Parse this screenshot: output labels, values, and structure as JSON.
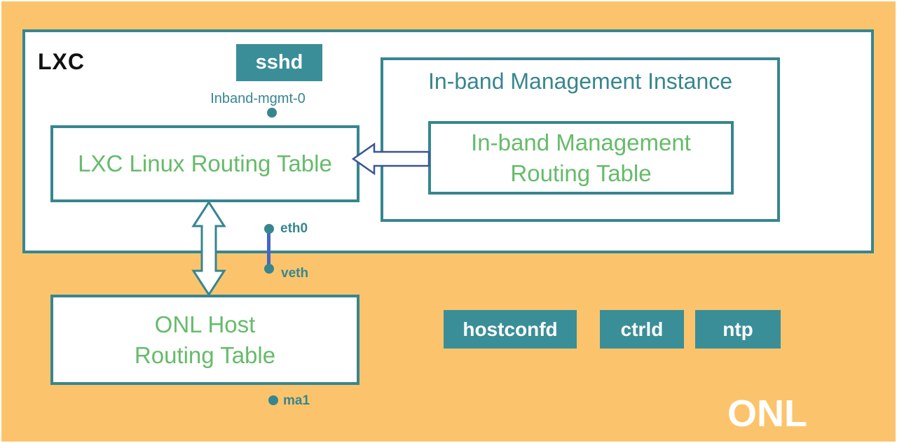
{
  "colors": {
    "background": "#FBC46C",
    "teal": "#37868F",
    "badge": "#3A8E98",
    "green": "#66BB6A",
    "arrowblue": "#3A5596",
    "linkblue": "#4466C8",
    "ink": "#111111",
    "white": "#FFFFFF"
  },
  "lxc": {
    "label": "LXC",
    "sshd_badge": "sshd",
    "inband_interface": "Inband-mgmt-0",
    "routing_table": "LXC Linux Routing Table",
    "eth0_interface": "eth0",
    "instance": {
      "title": "In-band Management Instance",
      "routing_table_line1": "In-band Management",
      "routing_table_line2": "Routing Table"
    }
  },
  "onl": {
    "label": "ONL",
    "veth_interface": "veth",
    "host_routing_table_line1": "ONL Host",
    "host_routing_table_line2": "Routing Table",
    "ma1_interface": "ma1",
    "daemons": [
      "hostconfd",
      "ctrld",
      "ntp"
    ]
  }
}
